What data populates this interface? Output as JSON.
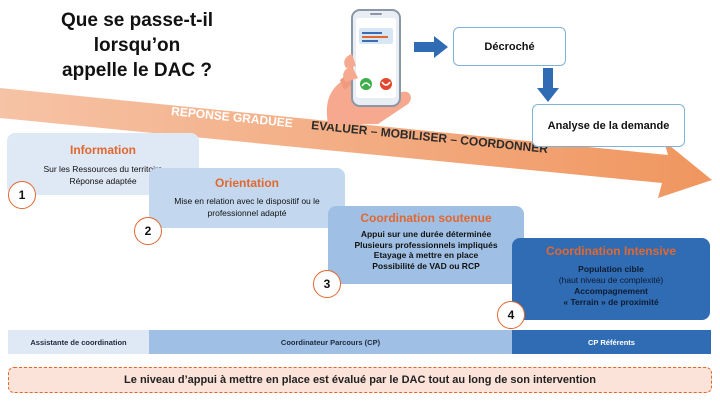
{
  "title": {
    "line1": "Que se passe-t-il lorsqu’on",
    "line2": "appelle le DAC ?"
  },
  "flow": {
    "decroche": "Décroché",
    "analyse": "Analyse de la demande"
  },
  "arrow": {
    "left_label": "REPONSE GRADUEE",
    "right_label": "EVALUER – MOBILISER – COORDONNER"
  },
  "steps": [
    {
      "number": "1",
      "heading": "Information",
      "lines": [
        "Sur les Ressources du territoire",
        "Réponse adaptée"
      ]
    },
    {
      "number": "2",
      "heading": "Orientation",
      "lines": [
        "Mise en relation avec le dispositif ou le",
        "professionnel adapté"
      ]
    },
    {
      "number": "3",
      "heading": "Coordination soutenue",
      "lines": [
        "Appui sur une durée déterminée",
        "Plusieurs professionnels impliqués",
        "Etayage à mettre en place",
        "Possibilité de VAD ou RCP"
      ]
    },
    {
      "number": "4",
      "heading": "Coordination Intensive",
      "lines": [
        "Population cible",
        "(haut niveau de complexité)",
        "Accompagnement",
        "« Terrain » de proximité"
      ]
    }
  ],
  "roles": {
    "assistant": "Assistante de coordination",
    "coordinator": "Coordinateur Parcours  (CP)",
    "referents": "CP Référents"
  },
  "footer": "Le niveau d’appui à mettre en place est évalué par le DAC tout au long de son intervention",
  "colors": {
    "orange": "#e2672f",
    "arrow": "#f2a77f",
    "step1": "#dfe8f5",
    "step2": "#c3d8ee",
    "step3": "#9fc0e4",
    "step4": "#2f6cb3"
  }
}
